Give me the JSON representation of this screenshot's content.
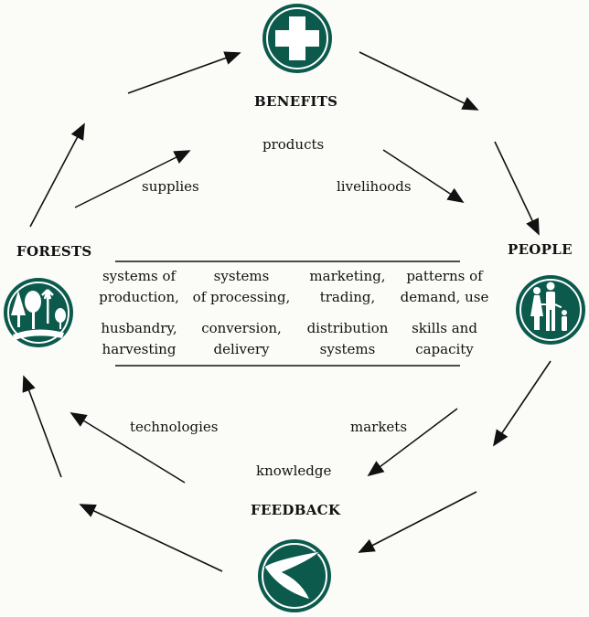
{
  "colors": {
    "teal": "#0b5a4c",
    "ink": "#111111",
    "paper": "#fbfbf8"
  },
  "nodes": {
    "benefits": {
      "label": "BENEFITS",
      "icon": "medical-cross-icon"
    },
    "people": {
      "label": "PEOPLE",
      "icon": "family-icon"
    },
    "feedback": {
      "label": "FEEDBACK",
      "icon": "boomerang-icon"
    },
    "forests": {
      "label": "FORESTS",
      "icon": "forest-trees-icon"
    }
  },
  "flows": {
    "products": "products",
    "supplies": "supplies",
    "livelihoods": "livelihoods",
    "technologies": "technologies",
    "markets": "markets",
    "knowledge": "knowledge"
  },
  "center_table": {
    "row1": [
      "systems of\nproduction,",
      "systems\nof processing,",
      "marketing,\ntrading,",
      "patterns of\ndemand, use"
    ],
    "row2": [
      "husbandry,\nharvesting",
      "conversion,\ndelivery",
      "distribution\nsystems",
      "skills and\ncapacity"
    ]
  }
}
